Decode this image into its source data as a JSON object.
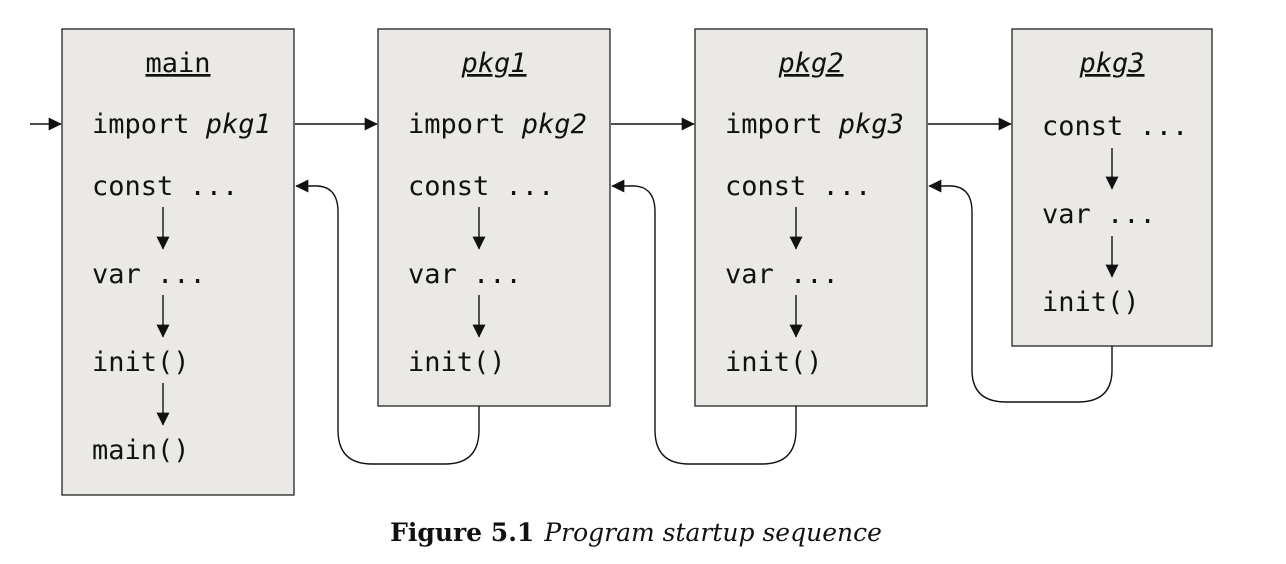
{
  "boxes": [
    {
      "title": "main",
      "title_italic": false,
      "lines": [
        {
          "kw": "import ",
          "arg": "pkg1"
        },
        {
          "kw": "const ...",
          "arg": ""
        },
        {
          "kw": "var ...",
          "arg": ""
        },
        {
          "kw": "init()",
          "arg": ""
        },
        {
          "kw": "main()",
          "arg": ""
        }
      ]
    },
    {
      "title": "pkg1",
      "title_italic": true,
      "lines": [
        {
          "kw": "import ",
          "arg": "pkg2"
        },
        {
          "kw": "const ...",
          "arg": ""
        },
        {
          "kw": "var ...",
          "arg": ""
        },
        {
          "kw": "init()",
          "arg": ""
        }
      ]
    },
    {
      "title": "pkg2",
      "title_italic": true,
      "lines": [
        {
          "kw": "import ",
          "arg": "pkg3"
        },
        {
          "kw": "const ...",
          "arg": ""
        },
        {
          "kw": "var ...",
          "arg": ""
        },
        {
          "kw": "init()",
          "arg": ""
        }
      ]
    },
    {
      "title": "pkg3",
      "title_italic": true,
      "lines": [
        {
          "kw": "const ...",
          "arg": ""
        },
        {
          "kw": "var ...",
          "arg": ""
        },
        {
          "kw": "init()",
          "arg": ""
        }
      ]
    }
  ],
  "caption": {
    "label": "Figure 5.1",
    "text": "Program startup sequence"
  }
}
